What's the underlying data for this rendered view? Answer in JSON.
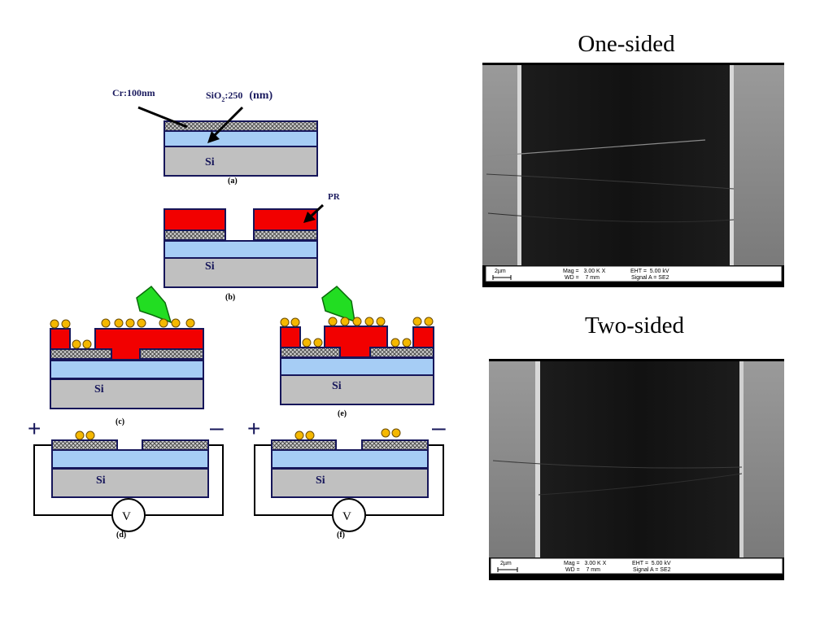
{
  "process": {
    "cr_label": "Cr:100nm",
    "sio2_prefix": "SiO",
    "sio2_sub": "2",
    "sio2_suffix": ":250",
    "sio2_unit": "(nm)",
    "pr_label": "PR",
    "si_label": "Si",
    "plus": "+",
    "minus": "–",
    "meter": "V",
    "steps": {
      "a": "(a)",
      "b": "(b)",
      "c": "(c)",
      "d": "(d)",
      "e": "(e)",
      "f": "(f)"
    }
  },
  "sem": {
    "one_sided": {
      "title": "One-sided",
      "scale_bar": "2µm",
      "mag": "Mag =   3.00 K X",
      "wd": "WD =    7 mm",
      "eht": "EHT =  5.00 kV",
      "signal": "Signal A = SE2"
    },
    "two_sided": {
      "title": "Two-sided",
      "scale_bar": "2µm",
      "mag": "Mag =   3.00 K X",
      "wd": "WD =    7 mm",
      "eht": "EHT =  5.00 kV",
      "signal": "Signal A = SE2"
    }
  },
  "colors": {
    "si": "#c0c0c0",
    "sio2": "#a6cdf5",
    "chromium": "#5e5e5e",
    "photoresist": "#f20000",
    "nanoparticle": "#f5b800",
    "beam": "#22dd22",
    "outline": "#16165a"
  }
}
